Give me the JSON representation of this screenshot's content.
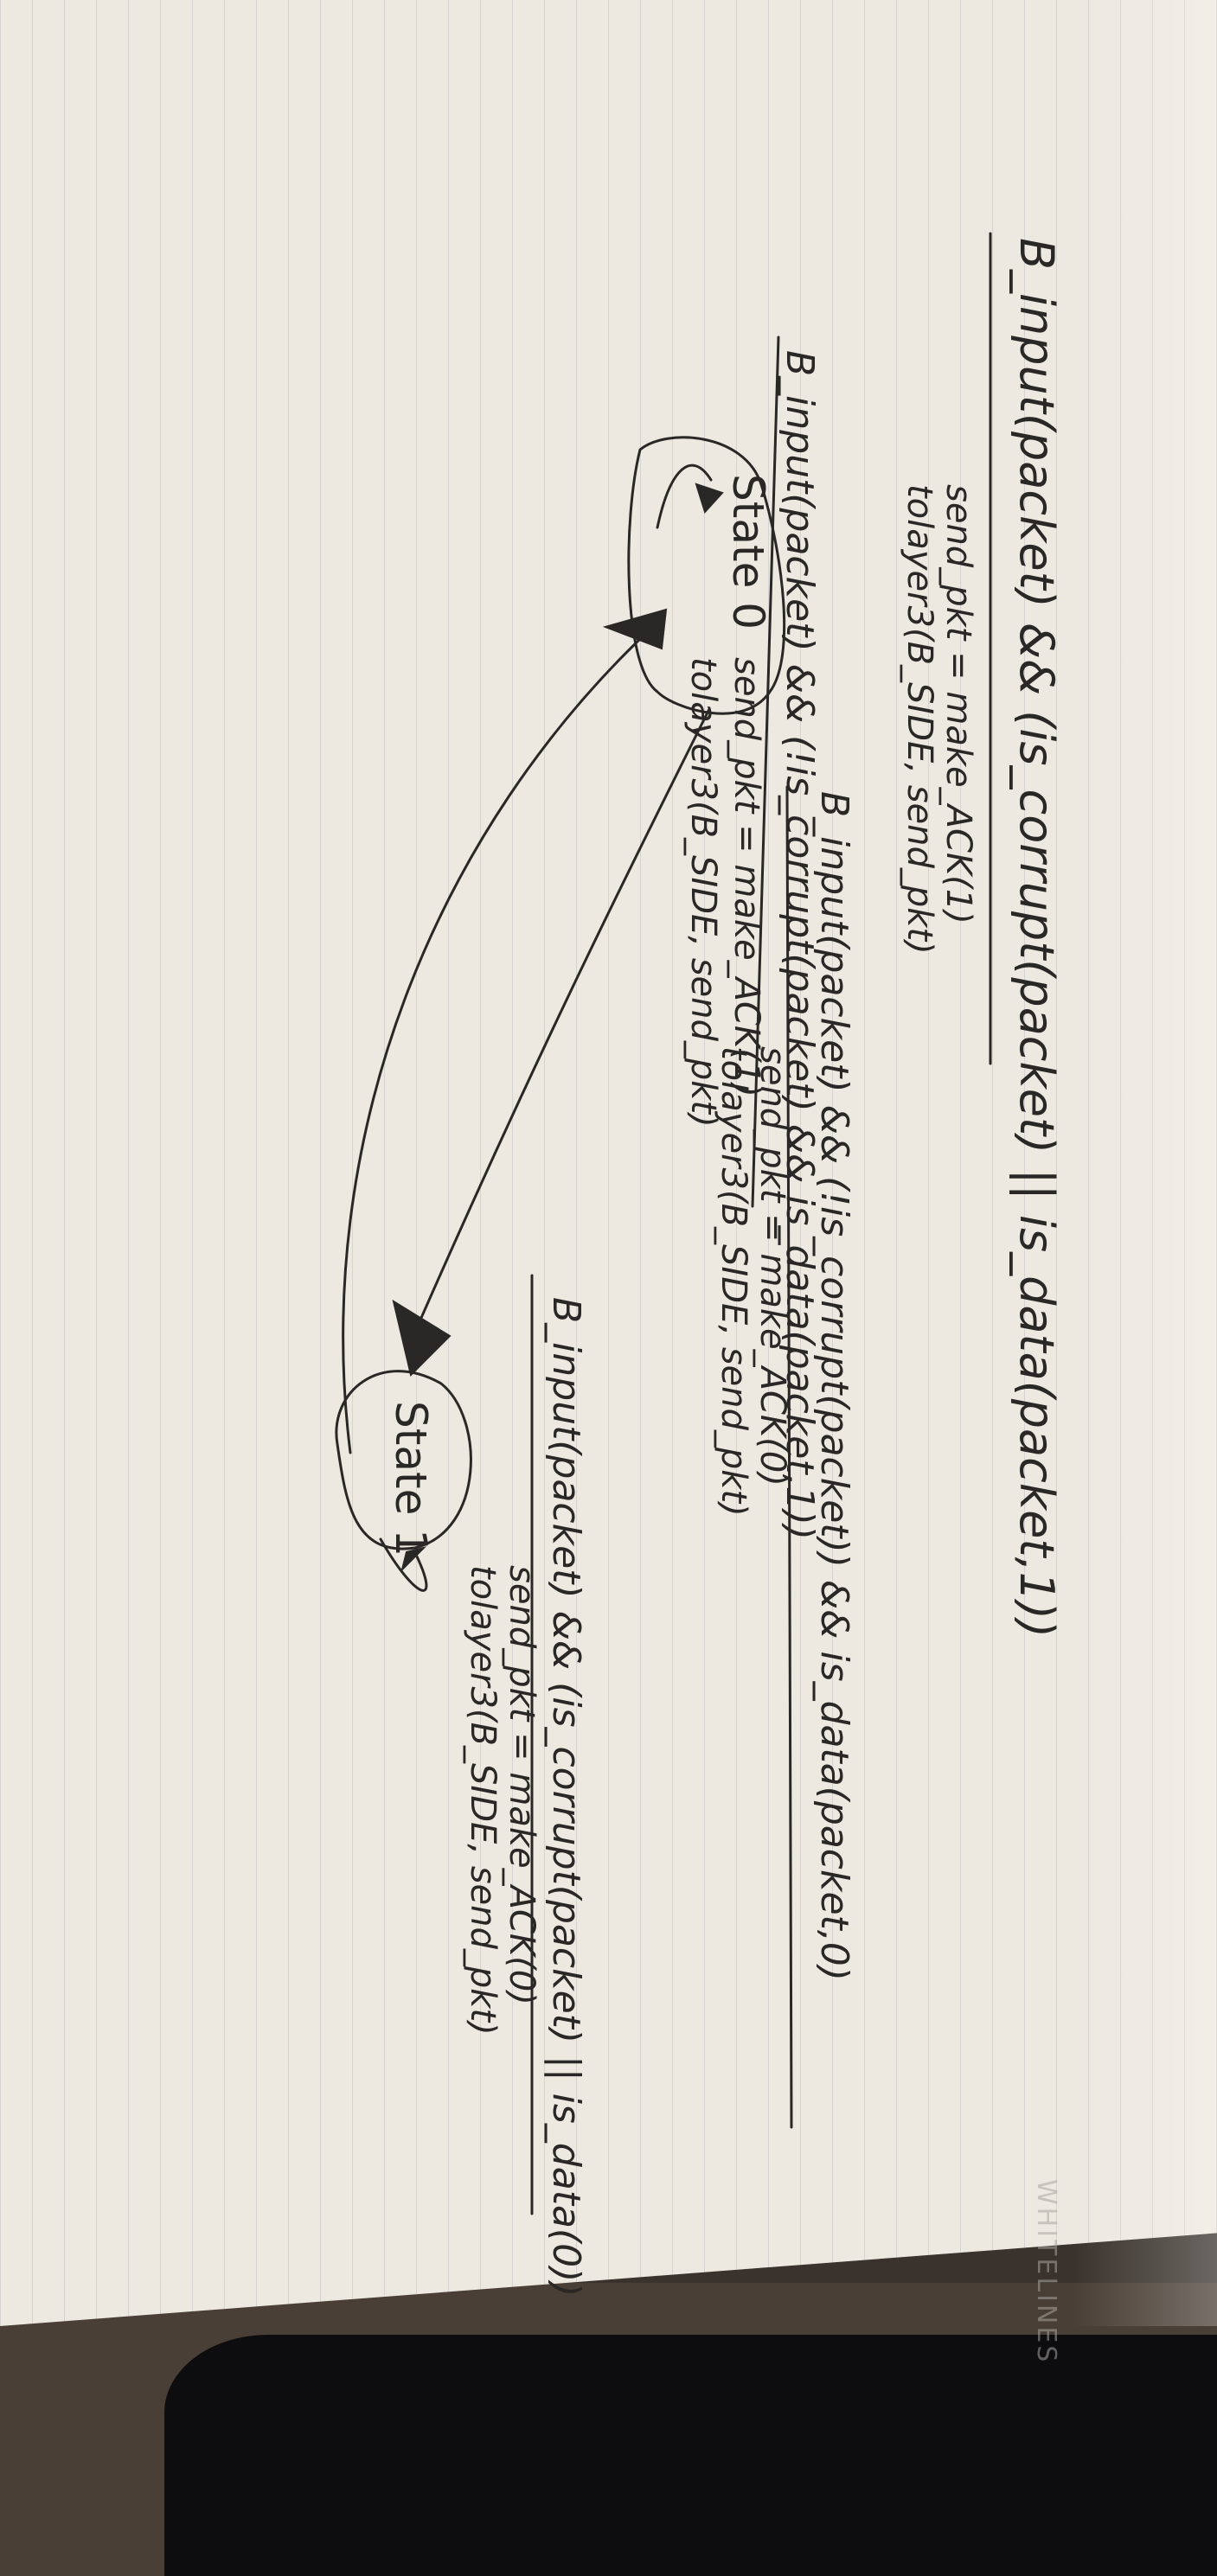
{
  "states": [
    {
      "id": "state0",
      "label": "State 0"
    },
    {
      "id": "state1",
      "label": "State 1"
    }
  ],
  "transitions": [
    {
      "from": "state0",
      "to": "state0",
      "guard": "B_input(packet) && (is_corrupt(packet) || is_data(packet,1))",
      "actions": [
        "send_pkt = make_ACK(1)",
        "tolayer3(B_SIDE, send_pkt)"
      ]
    },
    {
      "from": "state0",
      "to": "state1",
      "guard": "B_input(packet) && (!is_corrupt(packet)) && is_data(packet,0)",
      "actions": [
        "send_pkt = make_ACK(0)",
        "tolayer3(B_SIDE, send_pkt)"
      ]
    },
    {
      "from": "state1",
      "to": "state1",
      "guard": "B_input(packet) && (is_corrupt(packet) || is_data(0))",
      "actions": [
        "send_pkt = make_ACK(0)",
        "tolayer3(B_SIDE, send_pkt)"
      ]
    },
    {
      "from": "state1",
      "to": "state0",
      "guard": "B_input(packet) && (!is_corrupt(packet) && is_data(packet,1))",
      "actions": [
        "send_pkt = make_ACK(1)",
        "tolayer3(B_SIDE, send_pkt)"
      ]
    }
  ],
  "paper_brand": "WHITELINES"
}
